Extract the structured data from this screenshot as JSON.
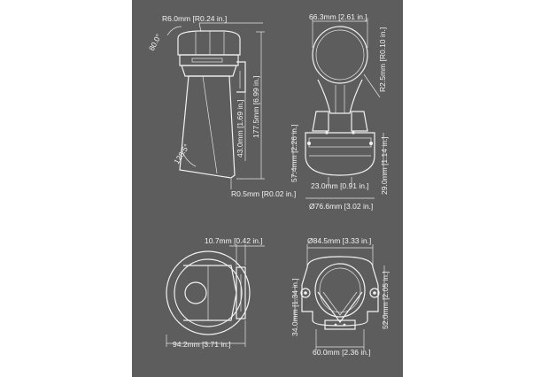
{
  "colors": {
    "background": "#5d5d5d",
    "line": "#f2f2f2",
    "page": "#ffffff"
  },
  "side_view": {
    "radius_top": "R6.0mm [R0.24 in.]",
    "angle_top": "80.0°",
    "height_total": "177.5mm [6.99 in.]",
    "height_stem": "43.0mm [1.69 in.]",
    "angle_bottom": "128.5°",
    "radius_bottom": "R0.5mm [R0.02 in.]"
  },
  "front_view": {
    "width_top": "66.3mm [2.61 in.]",
    "radius_side": "R2.5mm [R0.10 in.]",
    "height_base": "57.4mm [2.26 in.]",
    "height_right": "29.0mm [1.14 in.]",
    "width_small": "23.0mm [0.91 in.]",
    "diameter": "Ø76.6mm [3.02 in.]"
  },
  "top_view": {
    "flange": "10.7mm [0.42 in.]",
    "width": "94.2mm [3.71 in.]"
  },
  "bottom_view": {
    "width_top": "Ø84.5mm [3.33 in.]",
    "height_left": "34.0mm [1.34 in.]",
    "height_right": "52.0mm [2.05 in.]",
    "width_bottom": "60.0mm [2.36 in.]"
  }
}
